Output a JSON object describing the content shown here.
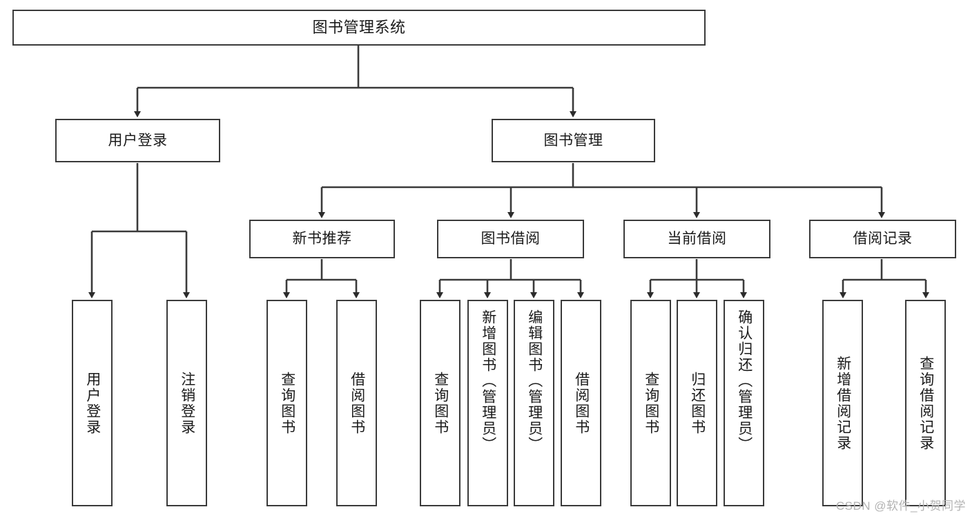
{
  "diagram": {
    "title": "图书管理系统",
    "type": "tree",
    "orientation": "top-down",
    "line_color": "#3a3a3a",
    "box_fill": "#ffffff",
    "text_color": "#1a1a1a",
    "nodes": {
      "root": {
        "label": "图书管理系统"
      },
      "level2": [
        {
          "id": "user-login",
          "label": "用户登录"
        },
        {
          "id": "book-manage",
          "label": "图书管理"
        }
      ],
      "level3": [
        {
          "id": "new-book-recommend",
          "label": "新书推荐"
        },
        {
          "id": "book-borrow",
          "label": "图书借阅"
        },
        {
          "id": "current-borrow",
          "label": "当前借阅"
        },
        {
          "id": "borrow-record",
          "label": "借阅记录"
        }
      ],
      "leaves": {
        "user-login": [
          {
            "id": "leaf-user-login",
            "label": "用户登录"
          },
          {
            "id": "leaf-user-logout",
            "label": "注销登录"
          }
        ],
        "new-book-recommend": [
          {
            "id": "leaf-query-book-1",
            "label": "查询图书"
          },
          {
            "id": "leaf-borrow-book-1",
            "label": "借阅图书"
          }
        ],
        "book-borrow": [
          {
            "id": "leaf-query-book-2",
            "label": "查询图书"
          },
          {
            "id": "leaf-add-book",
            "label": "新增图书（管理员）"
          },
          {
            "id": "leaf-edit-book",
            "label": "编辑图书（管理员）"
          },
          {
            "id": "leaf-borrow-book-2",
            "label": "借阅图书"
          }
        ],
        "current-borrow": [
          {
            "id": "leaf-query-book-3",
            "label": "查询图书"
          },
          {
            "id": "leaf-return-book",
            "label": "归还图书"
          },
          {
            "id": "leaf-confirm-return",
            "label": "确认归还（管理员）"
          }
        ],
        "borrow-record": [
          {
            "id": "leaf-add-record",
            "label": "新增借阅记录"
          },
          {
            "id": "leaf-query-record",
            "label": "查询借阅记录"
          }
        ]
      }
    }
  },
  "watermark": {
    "text": "CSDN @软件_小贺同学",
    "color": "#b3b3b3"
  }
}
